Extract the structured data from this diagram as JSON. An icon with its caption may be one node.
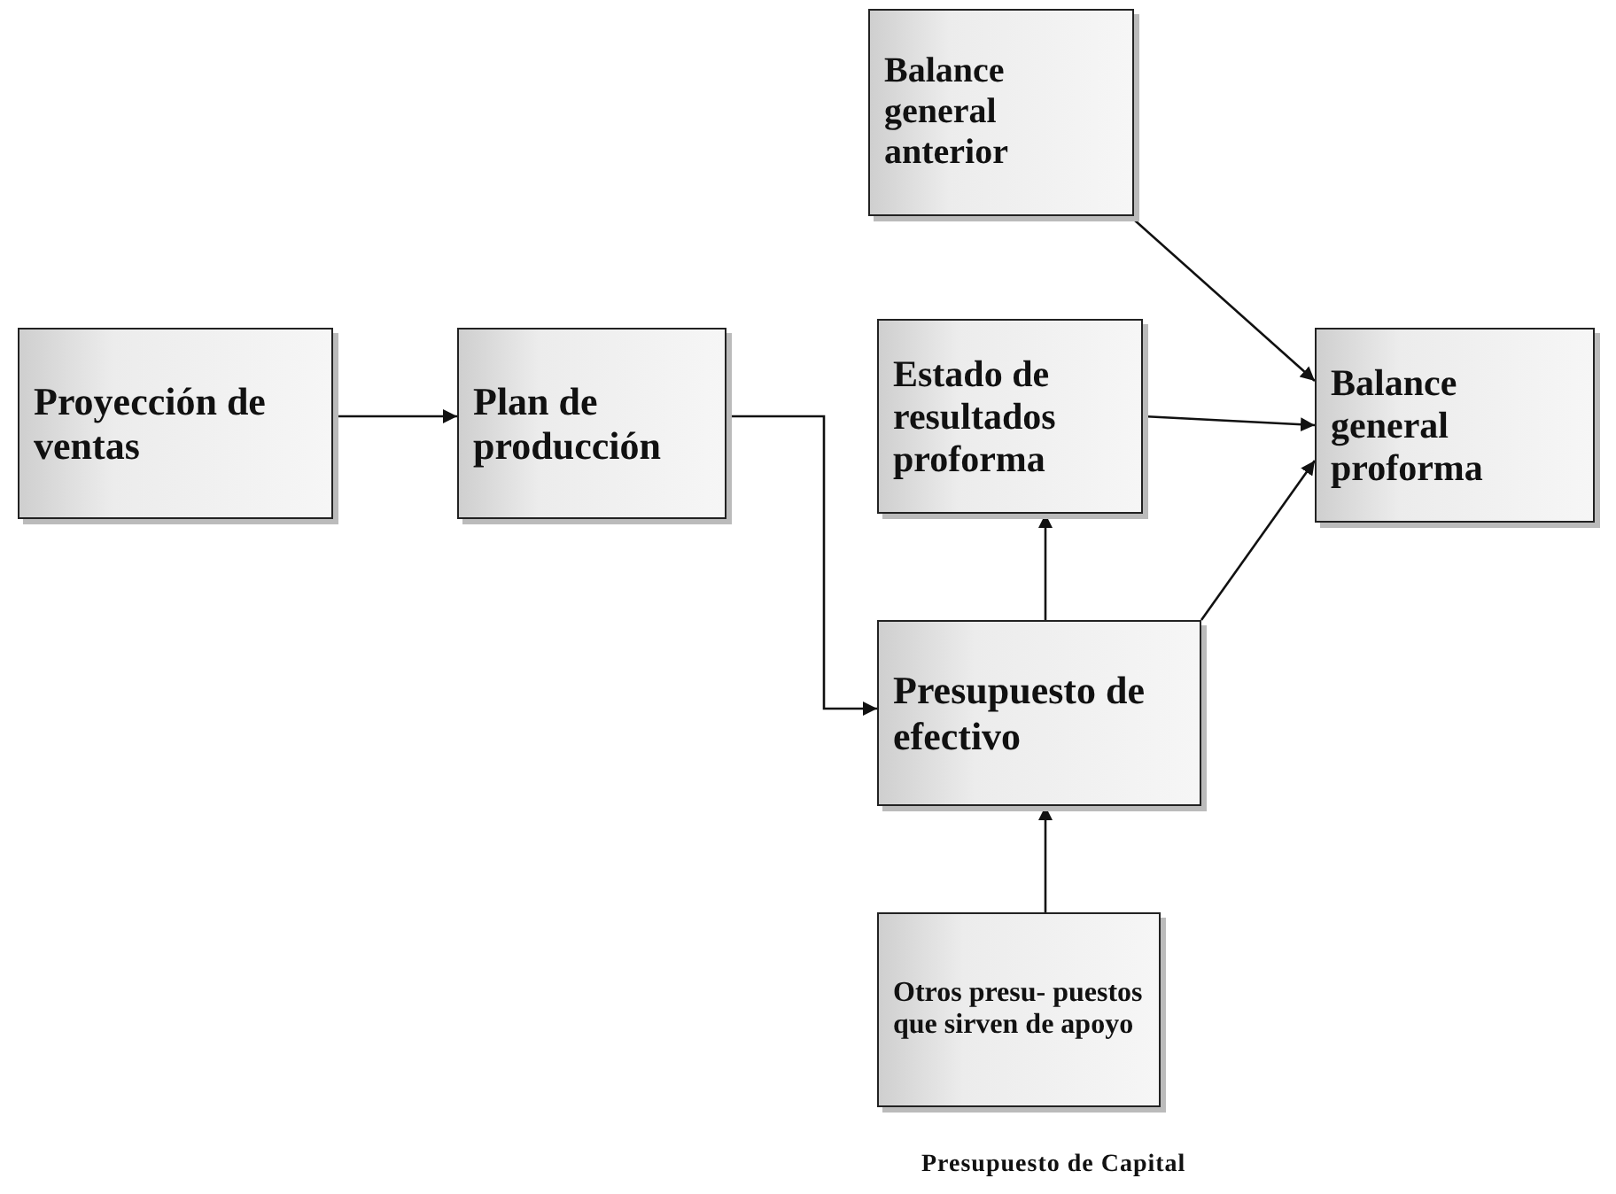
{
  "diagram": {
    "nodes": [
      {
        "text": [
          "Proyección de ventas"
        ]
      },
      {
        "text": [
          "Plan de producción"
        ]
      },
      {
        "text": [
          "Balance general anterior"
        ]
      },
      {
        "text": [
          "Estado de resultados proforma"
        ]
      },
      {
        "text": [
          "Balance general proforma"
        ]
      },
      {
        "text": [
          "Presupuesto de efectivo"
        ]
      },
      {
        "text": [
          "Otros presu- puestos que sirven de apoyo"
        ]
      }
    ],
    "edges": [
      {
        "from": 0,
        "to": 1,
        "arrow": "to"
      },
      {
        "from": 1,
        "to": 5,
        "arrow": "to"
      },
      {
        "from": 2,
        "to": 4,
        "arrow": "to"
      },
      {
        "from": 3,
        "to": 4,
        "arrow": "to"
      },
      {
        "from": 5,
        "to": 4,
        "arrow": "to"
      },
      {
        "from": 5,
        "to": 3,
        "arrow": "to"
      },
      {
        "from": 6,
        "to": 5,
        "arrow": "to"
      }
    ],
    "labels": [
      "Presupuesto de Capital"
    ]
  }
}
